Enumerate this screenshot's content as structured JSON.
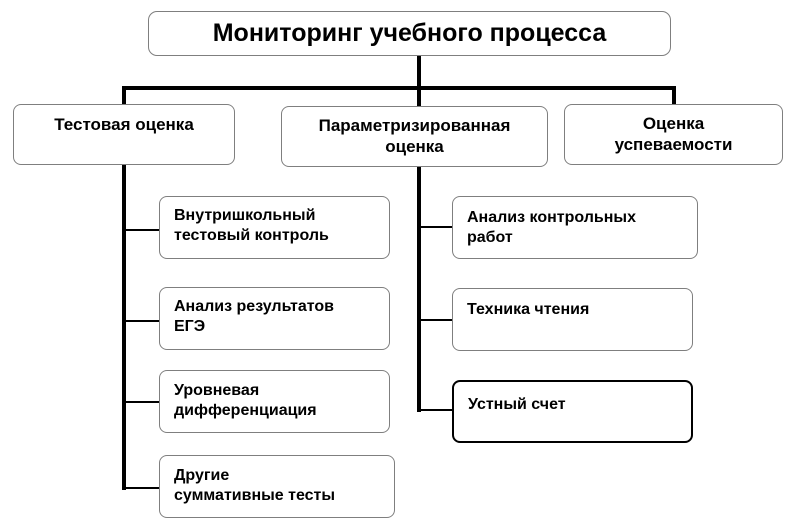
{
  "diagram": {
    "title": "Мониторинг учебного процесса",
    "categories": [
      {
        "label": "Тестовая оценка",
        "items": [
          "Внутришкольный\nтестовый контроль",
          "Анализ результатов\nЕГЭ",
          "Уровневая\nдифференциация",
          "Другие\nсуммативные тесты"
        ]
      },
      {
        "label": "Параметризированная\nоценка",
        "items": [
          "Анализ контрольных\nработ",
          "Техника чтения",
          "Устный счет"
        ]
      },
      {
        "label": "Оценка\nуспеваемости",
        "items": []
      }
    ]
  }
}
